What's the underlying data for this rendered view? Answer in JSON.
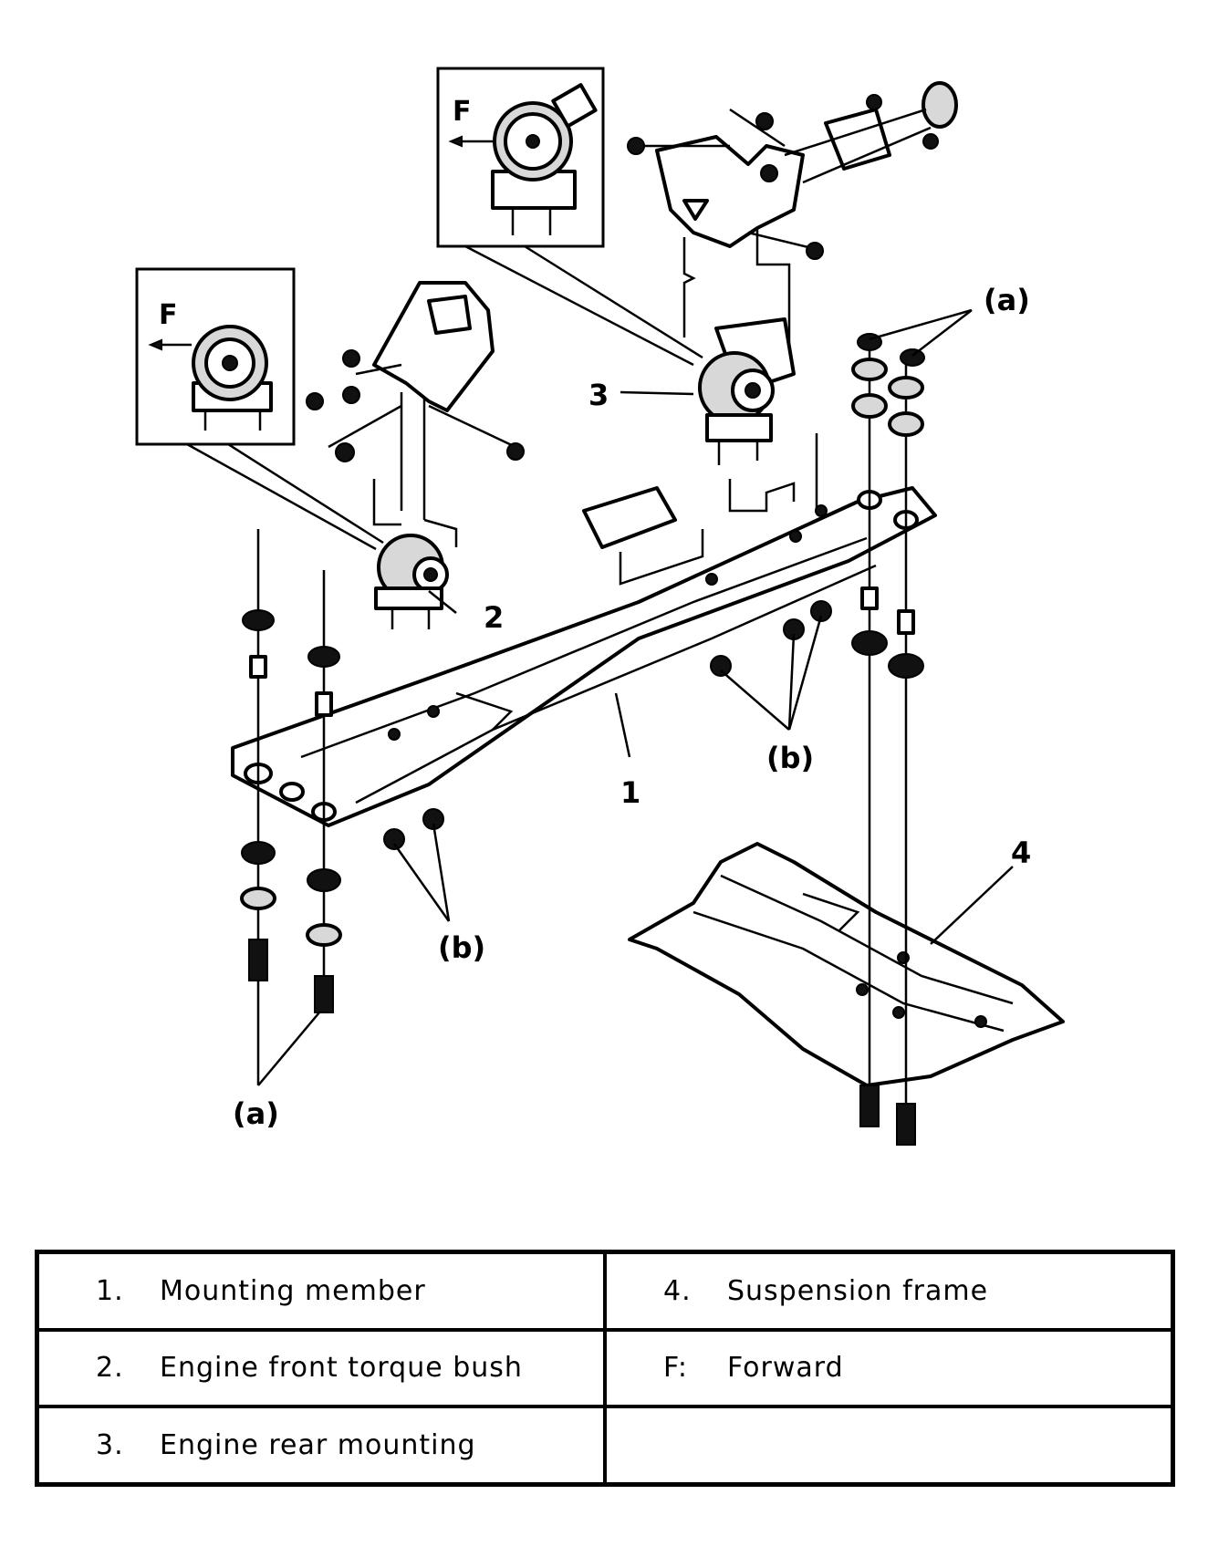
{
  "diagram": {
    "labels": {
      "forward_a": "F",
      "forward_b": "F",
      "callout_1": "1",
      "callout_2": "2",
      "callout_3": "3",
      "callout_4": "4",
      "a_top": "(a)",
      "a_bottom": "(a)",
      "b_right": "(b)",
      "b_left": "(b)"
    }
  },
  "legend": {
    "rows": [
      {
        "left": {
          "num": "1.",
          "text": "Mounting member"
        },
        "right": {
          "num": "4.",
          "text": "Suspension frame"
        }
      },
      {
        "left": {
          "num": "2.",
          "text": "Engine front torque bush"
        },
        "right": {
          "num": "F:",
          "text": "Forward"
        }
      },
      {
        "left": {
          "num": "3.",
          "text": "Engine rear mounting"
        },
        "right": {
          "num": "",
          "text": ""
        }
      }
    ]
  }
}
